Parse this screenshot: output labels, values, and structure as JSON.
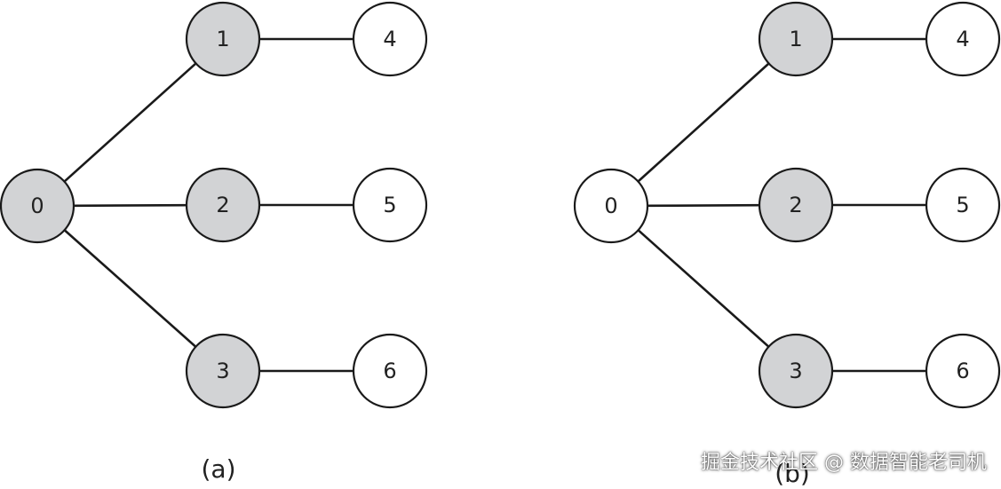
{
  "colors": {
    "visited_fill": "#d2d3d5",
    "unvisited_fill": "#ffffff",
    "stroke": "#1a1a1a"
  },
  "graphs": [
    {
      "caption": "(a)",
      "nodes": [
        {
          "id": "0",
          "label": "0",
          "shaded": true
        },
        {
          "id": "1",
          "label": "1",
          "shaded": true
        },
        {
          "id": "2",
          "label": "2",
          "shaded": true
        },
        {
          "id": "3",
          "label": "3",
          "shaded": true
        },
        {
          "id": "4",
          "label": "4",
          "shaded": false
        },
        {
          "id": "5",
          "label": "5",
          "shaded": false
        },
        {
          "id": "6",
          "label": "6",
          "shaded": false
        }
      ],
      "edges": [
        [
          "0",
          "1"
        ],
        [
          "0",
          "2"
        ],
        [
          "0",
          "3"
        ],
        [
          "1",
          "4"
        ],
        [
          "2",
          "5"
        ],
        [
          "3",
          "6"
        ]
      ]
    },
    {
      "caption": "(b)",
      "nodes": [
        {
          "id": "0",
          "label": "0",
          "shaded": false
        },
        {
          "id": "1",
          "label": "1",
          "shaded": true
        },
        {
          "id": "2",
          "label": "2",
          "shaded": true
        },
        {
          "id": "3",
          "label": "3",
          "shaded": true
        },
        {
          "id": "4",
          "label": "4",
          "shaded": false
        },
        {
          "id": "5",
          "label": "5",
          "shaded": false
        },
        {
          "id": "6",
          "label": "6",
          "shaded": false
        }
      ],
      "edges": [
        [
          "0",
          "1"
        ],
        [
          "0",
          "2"
        ],
        [
          "0",
          "3"
        ],
        [
          "1",
          "4"
        ],
        [
          "2",
          "5"
        ],
        [
          "3",
          "6"
        ]
      ]
    }
  ],
  "watermark": "掘金技术社区 @ 数据智能老司机"
}
